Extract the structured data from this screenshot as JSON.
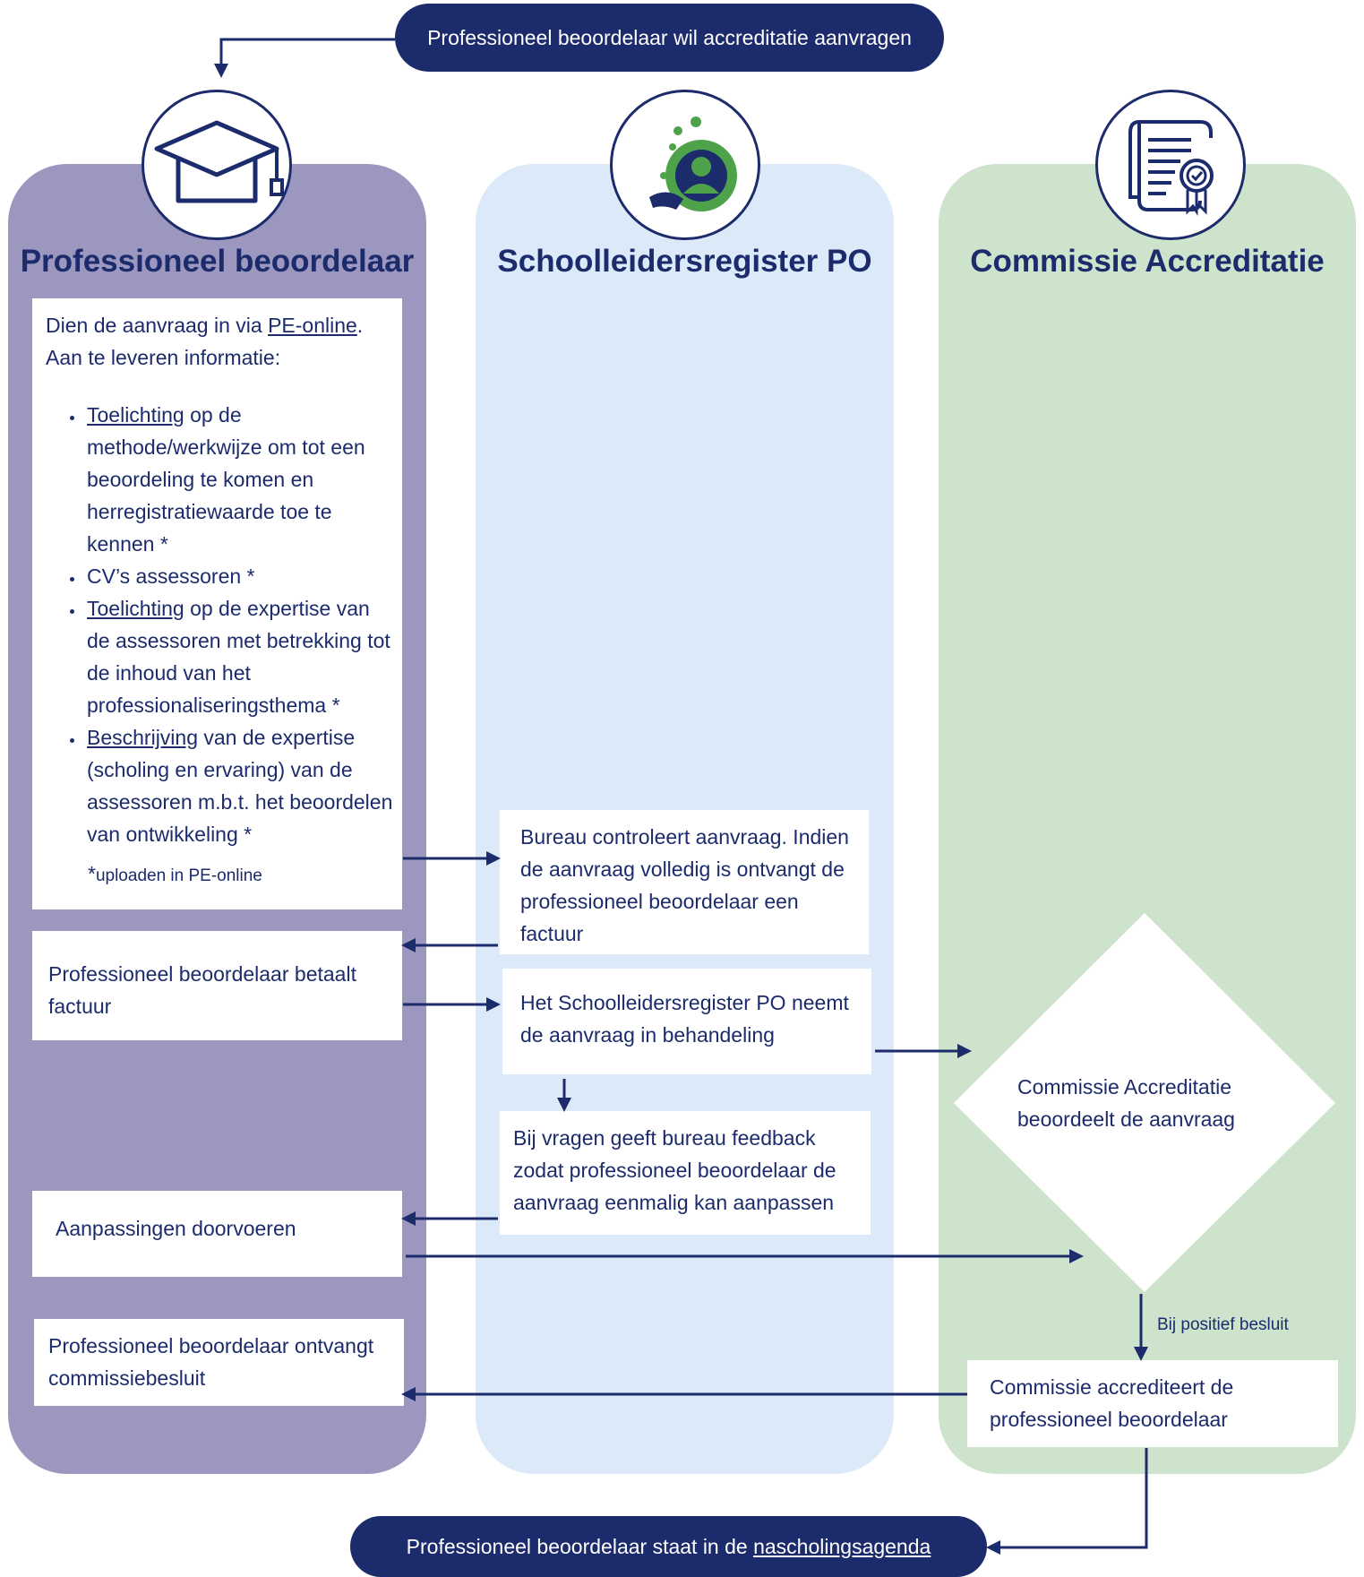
{
  "start_pill": "Professioneel beoordelaar wil accreditatie aanvragen",
  "end_pill": {
    "text": "Professioneel beoordelaar staat in de ",
    "link": "nascholingsagenda"
  },
  "lanes": [
    {
      "title": "Professioneel beoordelaar",
      "icon": "graduation-cap-icon",
      "color": "#9b97bf"
    },
    {
      "title": "Schoolleidersregister PO",
      "icon": "person-growth-icon",
      "color": "#dbe9f8"
    },
    {
      "title": "Commissie Accreditatie",
      "icon": "certificate-icon",
      "color": "#cde3cb"
    }
  ],
  "application_box": {
    "intro_prefix": "Dien de aanvraag in via ",
    "intro_link": "PE-online",
    "intro_suffix": ".",
    "intro_line2": "Aan te leveren informatie:",
    "items": [
      {
        "link": "Toelichting",
        "text": " op de methode/werkwijze om tot een beoordeling te komen en herregistratiewaarde toe te kennen *"
      },
      {
        "link": "",
        "text": "CV’s assessoren *"
      },
      {
        "link": "Toelichting",
        "text": " op de expertise van de assessoren met betrekking tot de inhoud van het professionaliseringsthema *"
      },
      {
        "link": "Beschrijving",
        "text": " van de expertise (scholing en ervaring) van de assessoren m.b.t. het beoordelen van ontwikkeling *"
      }
    ],
    "footnote_mark": "*",
    "footnote": "uploaden in PE-online"
  },
  "boxes": {
    "pays_invoice": "Professioneel beoordelaar betaalt factuur",
    "apply_changes": "Aanpassingen doorvoeren",
    "receives_decision": "Professioneel beoordelaar ontvangt commissiebesluit",
    "bureau_checks": "Bureau controleert aanvraag. Indien de aanvraag volledig is ontvangt de professioneel beoordelaar een factuur",
    "register_processes": "Het Schoolleidersregister PO neemt de aanvraag in behandeling",
    "bureau_feedback": "Bij vragen geeft bureau feedback zodat professioneel beoordelaar de aanvraag eenmalig kan aanpassen",
    "committee_assesses": "Commissie Accreditatie beoordeelt de aanvraag",
    "committee_accredits": "Commissie accrediteert de professioneel beoordelaar"
  },
  "positive_decision_label": "Bij positief besluit",
  "colors": {
    "navy": "#1c2b6b",
    "purple_lane": "#9b97bf",
    "blue_lane": "#dbe9f8",
    "green_lane": "#cde3cb",
    "icon_green": "#4ea24a"
  }
}
